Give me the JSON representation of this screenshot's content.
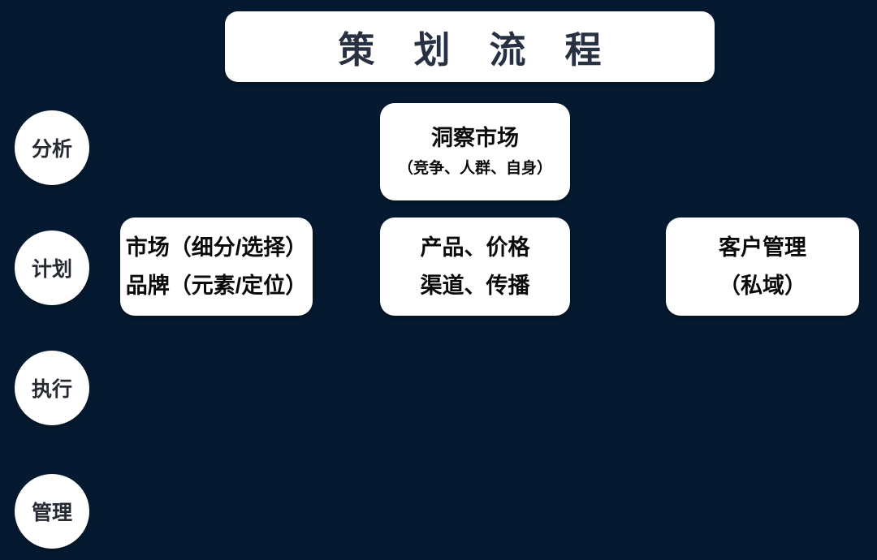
{
  "title": {
    "text": "策划流程"
  },
  "stages": [
    {
      "label": "分析"
    },
    {
      "label": "计划"
    },
    {
      "label": "执行"
    },
    {
      "label": "管理"
    }
  ],
  "boxes": {
    "insight": {
      "line1": "洞察市场",
      "line2": "（竞争、人群、自身）"
    },
    "market_brand": {
      "line1": "市场（细分/选择）",
      "line2": "品牌（元素/定位）"
    },
    "product_channel": {
      "line1": "产品、价格",
      "line2": "渠道、传播"
    },
    "customer": {
      "line1": "客户管理",
      "line2": "（私域）"
    }
  },
  "colors": {
    "background": "#051a31",
    "card": "#ffffff",
    "title_text": "#273142",
    "box_text": "#0a0a0a"
  }
}
